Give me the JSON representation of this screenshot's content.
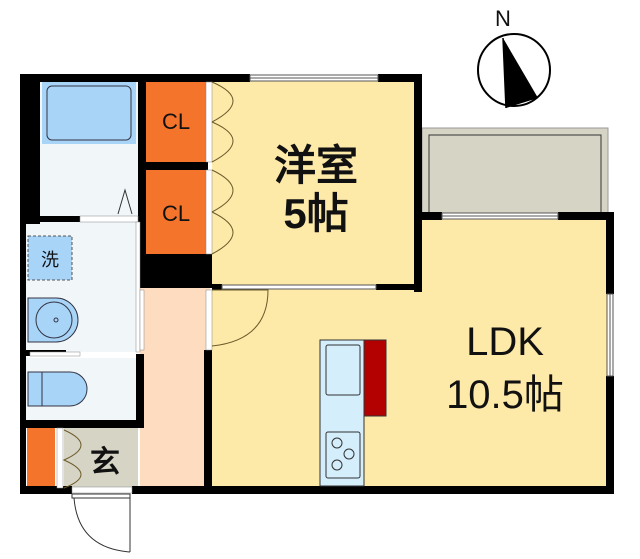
{
  "compass": {
    "label": "N",
    "icon": "north-arrow-icon"
  },
  "rooms": {
    "western_room": {
      "name": "洋室",
      "size": "5帖",
      "color": "#fde9a8"
    },
    "ldk": {
      "name": "LDK",
      "size": "10.5帖",
      "color": "#fde9a8"
    },
    "closet_1": {
      "name": "CL",
      "color": "#f4742b"
    },
    "closet_2": {
      "name": "CL",
      "color": "#f4742b"
    },
    "washroom": {
      "name": "洗",
      "color": "#f1f6f8"
    },
    "entrance": {
      "name": "玄",
      "color": "#d6d4c4"
    },
    "hallway": {
      "color": "#fddcbf"
    },
    "balcony": {
      "color": "#d6d4c4"
    }
  },
  "fixtures": {
    "bathtub": {
      "color": "#a8d4f7"
    },
    "washbasin": {
      "color": "#a8d4f7"
    },
    "toilet": {
      "color": "#a8d4f7"
    },
    "kitchen_counter": {
      "color": "#d4eefc"
    },
    "refrigerator_space": {
      "color": "#b30000"
    },
    "shoe_cabinet": {
      "color": "#f4742b"
    }
  },
  "colors": {
    "wall": "#000000"
  }
}
